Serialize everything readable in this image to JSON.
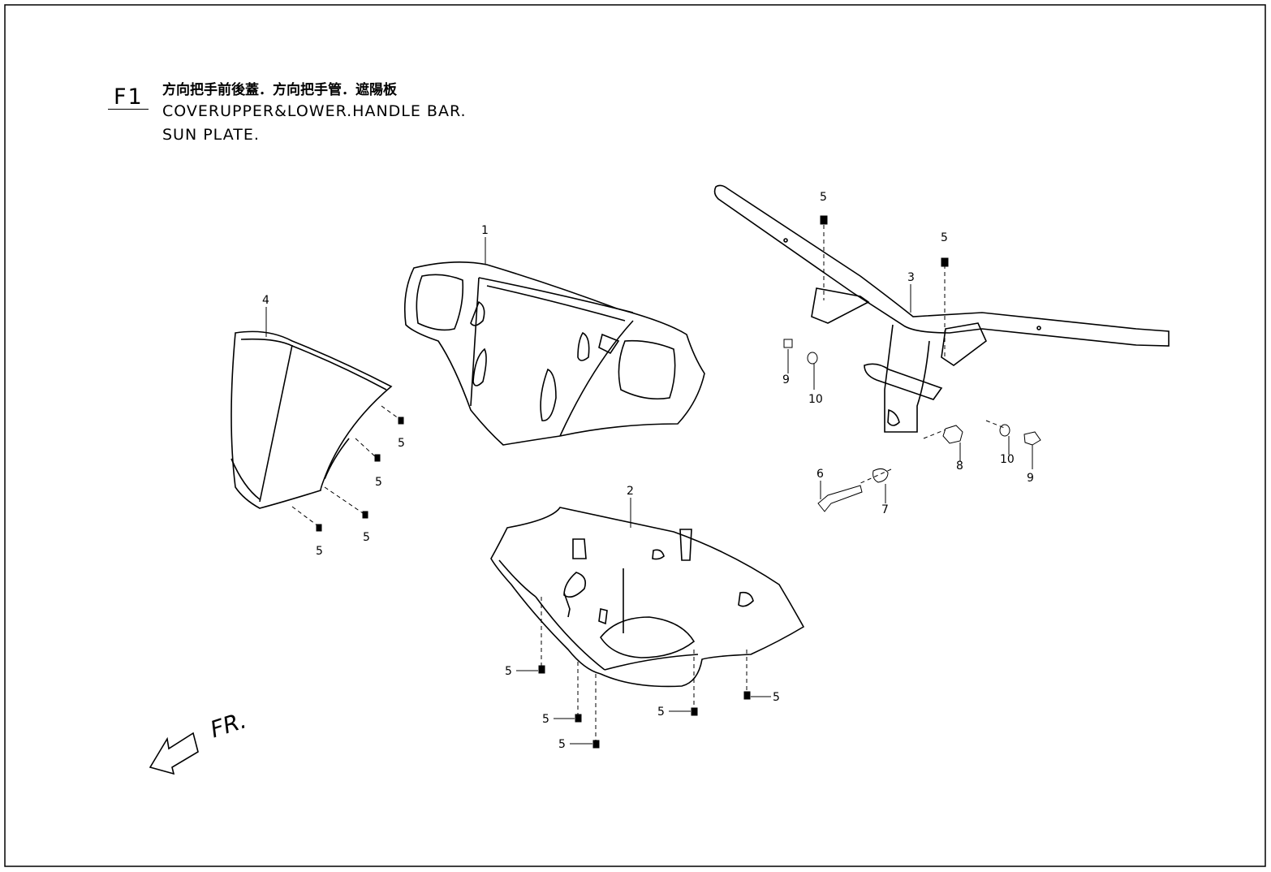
{
  "header": {
    "figure_code": "F1",
    "title_zh": "方向把手前後蓋．方向把手管．遮陽板",
    "title_en_line1": "COVERUPPER&LOWER.HANDLE BAR.",
    "title_en_line2": "SUN PLATE."
  },
  "front_indicator": {
    "label": "FR.",
    "icon": "front-arrow-icon"
  },
  "parts": {
    "p1": "1",
    "p2": "2",
    "p3": "3",
    "p4": "4",
    "p6": "6",
    "p7": "7",
    "p8": "8",
    "p9": "9",
    "p10": "10",
    "p5": "5"
  },
  "colors": {
    "line": "#000000",
    "background": "#ffffff"
  }
}
